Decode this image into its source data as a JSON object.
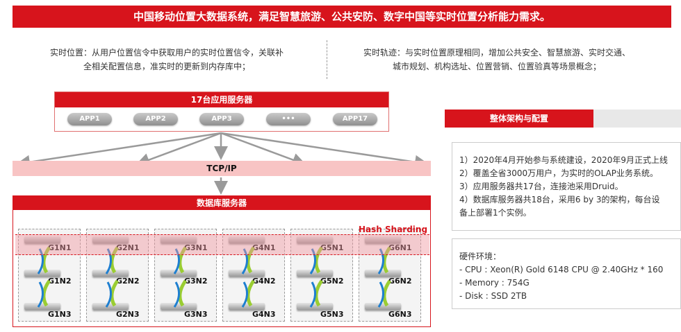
{
  "title": "中国移动位置大数据系统，满足智慧旅游、公共安防、数字中国等实时位置分析能力需求。",
  "intro": {
    "left": [
      "实时位置：从用户位置信令中获取用户的实时位置信令，关联补",
      "全相关配置信息，准实时的更新到内存库中；"
    ],
    "right": [
      "实时轨迹：与实时位置原理相同，增加公共安全、智慧旅游、实时交通、",
      "城市规划、机构选址、位置营销、位置验真等场景概念；"
    ]
  },
  "app_servers": {
    "title": "17台应用服务器",
    "apps": [
      "APP1",
      "APP2",
      "APP3",
      "•••",
      "APP17"
    ]
  },
  "network": {
    "label": "TCP/IP"
  },
  "db_servers": {
    "title": "数据库服务器",
    "sharding_label": "Hash Sharding",
    "groups": [
      [
        "G1N1",
        "G1N2",
        "G1N3"
      ],
      [
        "G2N1",
        "G2N2",
        "G2N3"
      ],
      [
        "G3N1",
        "G3N2",
        "G3N3"
      ],
      [
        "G4N1",
        "G4N2",
        "G4N3"
      ],
      [
        "G5N1",
        "G5N2",
        "G5N3"
      ],
      [
        "G6N1",
        "G6N2",
        "G6N3"
      ]
    ]
  },
  "architecture": {
    "title": "整体架构与配置",
    "items": [
      "1）2020年4月开始参与系统建设，2020年9月正式上线",
      "2）覆盖全省3000万用户，为实时的OLAP业务系统。",
      "3）应用服务器共17台，连接池采用Druid。",
      "4）数据库服务器共18台，采用6 by 3的架构，每台设",
      "备上部署1个实例。"
    ]
  },
  "hardware": {
    "title": "硬件环境：",
    "items": [
      "- CPU : Xeon(R) Gold 6148 CPU @ 2.40GHz * 160",
      "- Memory : 754G",
      "- Disk : SSD 2TB"
    ]
  },
  "colors": {
    "accent": "#d7141c",
    "network_band": "#f8c4c4",
    "sync_arrow": "#9acd32"
  }
}
